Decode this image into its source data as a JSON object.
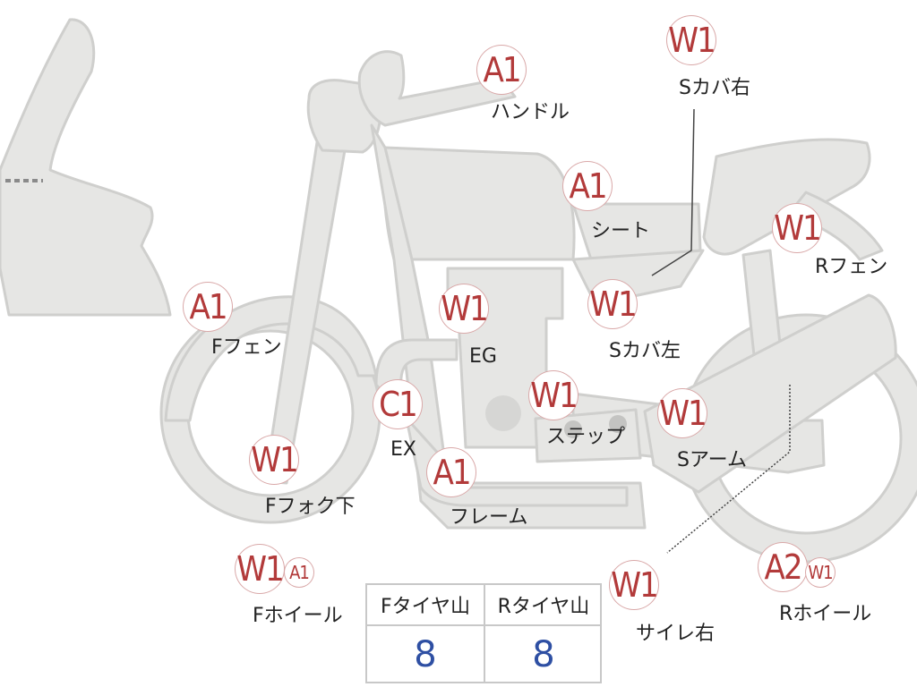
{
  "colors": {
    "body_fill": "#e6e6e4",
    "body_stroke": "#cfcfcd",
    "badge_text": "#b23a3a",
    "badge_stroke": "#d9a8a8",
    "value_text": "#2e4fa3",
    "leader_line": "#444444"
  },
  "markers": [
    {
      "id": "handle",
      "grade": "A1",
      "label": "ハンドル"
    },
    {
      "id": "scover-right",
      "grade": "W1",
      "label": "Sカバ右"
    },
    {
      "id": "seat",
      "grade": "A1",
      "label": "シート"
    },
    {
      "id": "rear-fender",
      "grade": "W1",
      "label": "Rフェン"
    },
    {
      "id": "front-fender",
      "grade": "A1",
      "label": "Fフェン"
    },
    {
      "id": "engine",
      "grade": "W1",
      "label": "EG"
    },
    {
      "id": "scover-left",
      "grade": "W1",
      "label": "Sカバ左"
    },
    {
      "id": "exhaust",
      "grade": "C1",
      "label": "EX"
    },
    {
      "id": "step",
      "grade": "W1",
      "label": "ステップ"
    },
    {
      "id": "swingarm",
      "grade": "W1",
      "label": "Sアーム"
    },
    {
      "id": "front-fork-lower",
      "grade": "W1",
      "label": "Fフォク下"
    },
    {
      "id": "frame",
      "grade": "A1",
      "label": "フレーム"
    },
    {
      "id": "front-wheel",
      "grade": "W1",
      "label": "Fホイール"
    },
    {
      "id": "front-wheel-2",
      "grade": "A1",
      "label": ""
    },
    {
      "id": "muffler-right",
      "grade": "W1",
      "label": "サイレ右"
    },
    {
      "id": "rear-wheel",
      "grade": "A2",
      "label": "Rホイール"
    },
    {
      "id": "rear-wheel-2",
      "grade": "W1",
      "label": ""
    }
  ],
  "tire_table": {
    "headers": [
      "Fタイヤ山",
      "Rタイヤ山"
    ],
    "values": [
      "8",
      "8"
    ]
  }
}
